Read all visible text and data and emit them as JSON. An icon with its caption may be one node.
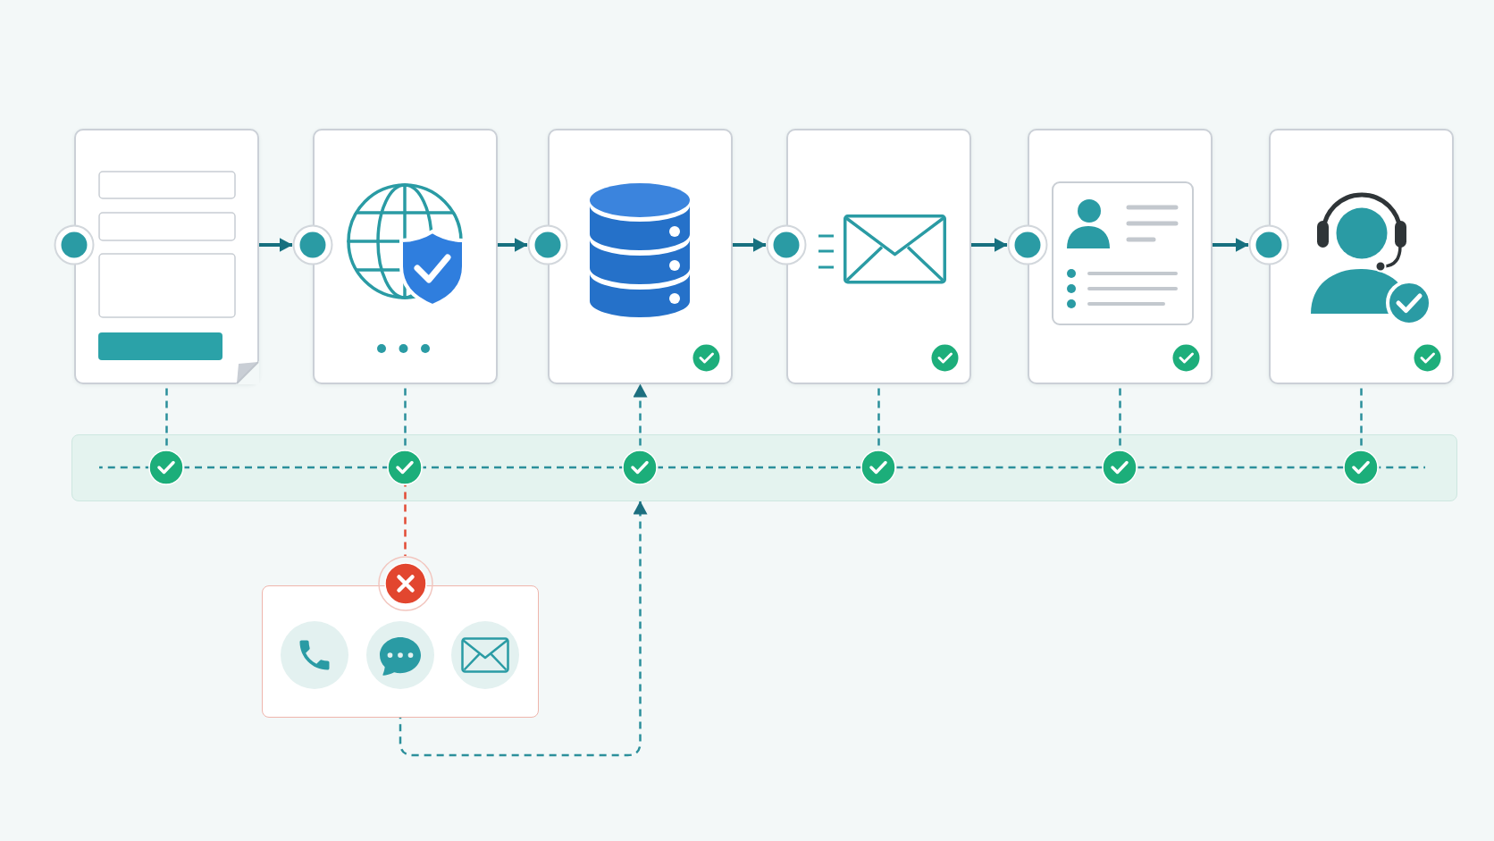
{
  "diagram": {
    "nodes": [
      {
        "text": [],
        "shape": "box"
      },
      {
        "text": [],
        "shape": "box"
      },
      {
        "text": [],
        "shape": "box"
      },
      {
        "text": [],
        "shape": "box"
      },
      {
        "text": [],
        "shape": "box"
      },
      {
        "text": [],
        "shape": "box"
      },
      {
        "text": [],
        "shape": "box"
      },
      {
        "text": [],
        "shape": "circle",
        "in": 6
      },
      {
        "text": [],
        "shape": "circle",
        "in": 6
      },
      {
        "text": [],
        "shape": "circle",
        "in": 6
      },
      {
        "text": [],
        "shape": "circle",
        "in": 6
      },
      {
        "text": [],
        "shape": "circle",
        "in": 6
      },
      {
        "text": [],
        "shape": "circle",
        "in": 6
      },
      {
        "text": [],
        "shape": "box"
      },
      {
        "text": [],
        "shape": "circle"
      }
    ],
    "edges": [
      {
        "from": 0,
        "to": 1,
        "arrow": "to",
        "color": "#17707f"
      },
      {
        "from": 1,
        "to": 2,
        "arrow": "to",
        "color": "#17707f"
      },
      {
        "from": 2,
        "to": 3,
        "arrow": "to",
        "color": "#17707f"
      },
      {
        "from": 3,
        "to": 4,
        "arrow": "to",
        "color": "#17707f"
      },
      {
        "from": 4,
        "to": 5,
        "arrow": "to",
        "color": "#17707f"
      },
      {
        "from": 0,
        "to": 7,
        "arrow": "none",
        "style": "dashed"
      },
      {
        "from": 1,
        "to": 8,
        "arrow": "none",
        "style": "dashed"
      },
      {
        "from": 9,
        "to": 2,
        "arrow": "to",
        "style": "dashed"
      },
      {
        "from": 3,
        "to": 10,
        "arrow": "none",
        "style": "dashed"
      },
      {
        "from": 4,
        "to": 11,
        "arrow": "none",
        "style": "dashed"
      },
      {
        "from": 5,
        "to": 12,
        "arrow": "none",
        "style": "dashed"
      },
      {
        "from": null,
        "to": 7,
        "arrow": "none",
        "style": "dashed"
      },
      {
        "from": 7,
        "to": 8,
        "arrow": "none",
        "style": "dashed"
      },
      {
        "from": 8,
        "to": 9,
        "arrow": "none",
        "style": "dashed"
      },
      {
        "from": 9,
        "to": 10,
        "arrow": "none",
        "style": "dashed"
      },
      {
        "from": 10,
        "to": 11,
        "arrow": "none",
        "style": "dashed"
      },
      {
        "from": 11,
        "to": 12,
        "arrow": "none",
        "style": "dashed"
      },
      {
        "from": 12,
        "to": null,
        "arrow": "none",
        "style": "dashed"
      },
      {
        "from": 8,
        "to": 14,
        "arrow": "none",
        "style": "dashed",
        "color": "#e24b35"
      },
      {
        "from": 13,
        "to": 6,
        "arrow": "to",
        "style": "dashed"
      }
    ]
  }
}
